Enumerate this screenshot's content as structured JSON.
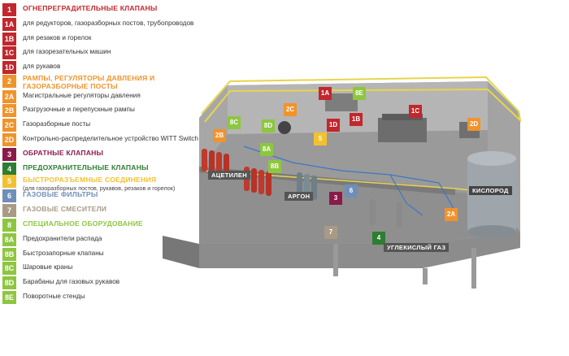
{
  "legend": [
    {
      "code": "1",
      "text": "ОГНЕПРЕГРАДИТЕЛЬНЫЕ КЛАПАНЫ",
      "color": "#c1272d",
      "hdr": true
    },
    {
      "code": "1A",
      "text": "для редукторов, газоразборных постов, трубопроводов",
      "color": "#c1272d"
    },
    {
      "code": "1B",
      "text": "для резаков и горелок",
      "color": "#c1272d"
    },
    {
      "code": "1C",
      "text": "для газорезательных машин",
      "color": "#c1272d"
    },
    {
      "code": "1D",
      "text": "для рукавов",
      "color": "#c1272d"
    },
    {
      "code": "2",
      "text": "РАМПЫ, РЕГУЛЯТОРЫ ДАВЛЕНИЯ И ГАЗОРАЗБОРНЫЕ ПОСТЫ",
      "color": "#f0932b",
      "hdr": true
    },
    {
      "code": "2A",
      "text": "Магистральные регуляторы давления",
      "color": "#f0932b"
    },
    {
      "code": "2B",
      "text": "Разгрузочные и перепускные рампы",
      "color": "#f0932b"
    },
    {
      "code": "2C",
      "text": "Газоразборные посты",
      "color": "#f0932b"
    },
    {
      "code": "2D",
      "text": "Контрольно-распределительное устройство WITT Switch",
      "color": "#f0932b"
    },
    {
      "code": "3",
      "text": "ОБРАТНЫЕ КЛАПАНЫ",
      "color": "#8b1a4a",
      "hdr": true
    },
    {
      "code": "4",
      "text": "ПРЕДОХРАНИТЕЛЬНЫЕ КЛАПАНЫ",
      "color": "#2e7d32",
      "hdr": true
    },
    {
      "code": "5",
      "text": "БЫСТРОРАЗЪЕМНЫЕ СОЕДИНЕНИЯ",
      "sub": "(для газоразборных постов, рукавов, резаков и горелок)",
      "color": "#f2c12e",
      "hdr": true
    },
    {
      "code": "6",
      "text": "ГАЗОВЫЕ ФИЛЬТРЫ",
      "color": "#6f8fb8",
      "hdr": true
    },
    {
      "code": "7",
      "text": "ГАЗОВЫЕ СМЕСИТЕЛИ",
      "color": "#a89a85",
      "hdr": true
    },
    {
      "code": "8",
      "text": "СПЕЦИАЛЬНОЕ ОБОРУДОВАНИЕ",
      "color": "#8dc63f",
      "hdr": true
    },
    {
      "code": "8A",
      "text": "Предохранители распада",
      "color": "#8dc63f"
    },
    {
      "code": "8B",
      "text": "Быстрозапорные клапаны",
      "color": "#8dc63f"
    },
    {
      "code": "8C",
      "text": "Шаровые краны",
      "color": "#8dc63f"
    },
    {
      "code": "8D",
      "text": "Барабаны для газовых рукавов",
      "color": "#8dc63f"
    },
    {
      "code": "8E",
      "text": "Поворотные стенды",
      "color": "#8dc63f"
    }
  ],
  "markers": [
    {
      "code": "1A",
      "color": "#c1272d"
    },
    {
      "code": "8E",
      "color": "#8dc63f"
    },
    {
      "code": "2C",
      "color": "#f0932b"
    },
    {
      "code": "1B",
      "color": "#c1272d"
    },
    {
      "code": "1C",
      "color": "#c1272d"
    },
    {
      "code": "1D",
      "color": "#c1272d"
    },
    {
      "code": "8C",
      "color": "#8dc63f"
    },
    {
      "code": "8D",
      "color": "#8dc63f"
    },
    {
      "code": "2B",
      "color": "#f0932b"
    },
    {
      "code": "5",
      "color": "#f2c12e"
    },
    {
      "code": "8A",
      "color": "#8dc63f"
    },
    {
      "code": "8B",
      "color": "#8dc63f"
    },
    {
      "code": "2D",
      "color": "#f0932b"
    },
    {
      "code": "3",
      "color": "#8b1a4a"
    },
    {
      "code": "6",
      "color": "#6f8fb8"
    },
    {
      "code": "7",
      "color": "#a89a85"
    },
    {
      "code": "4",
      "color": "#2e7d32"
    },
    {
      "code": "2A",
      "color": "#f0932b"
    }
  ],
  "gas_labels": {
    "acetylene": "АЦЕТИЛЕН",
    "argon": "АРГОН",
    "oxygen": "КИСЛОРОД",
    "co2": "УГЛЕКИСЛЫЙ ГАЗ"
  }
}
